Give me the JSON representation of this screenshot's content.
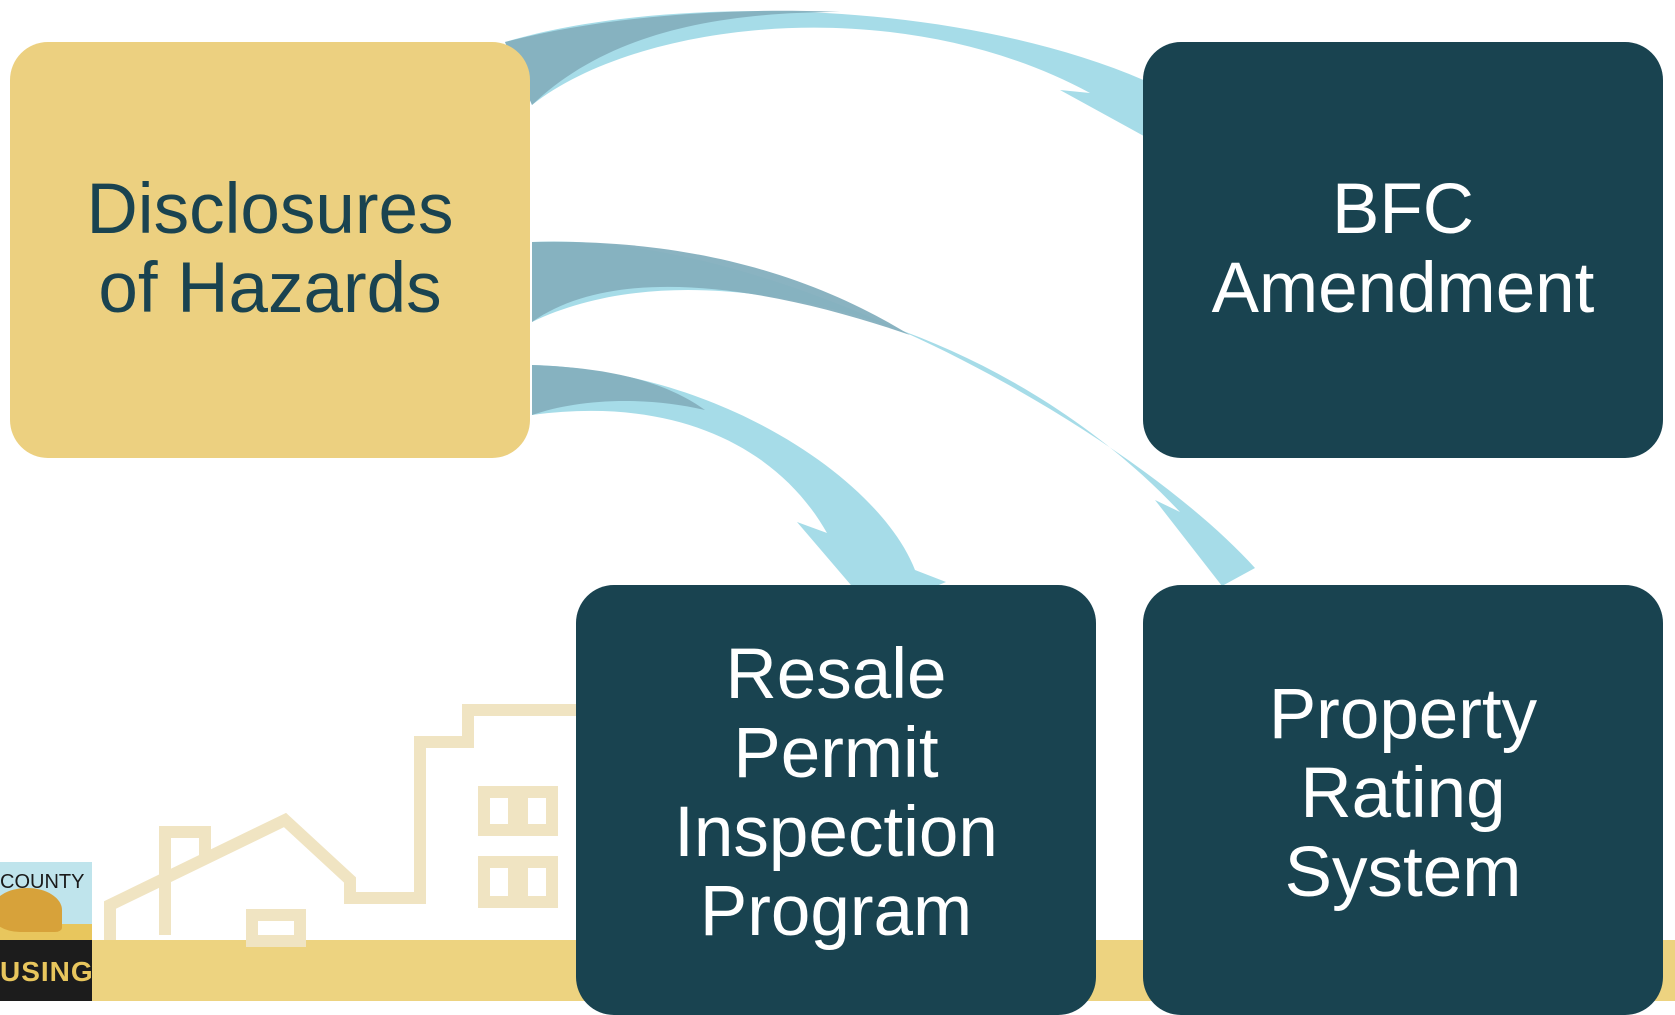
{
  "nodes": {
    "source": {
      "label": "Disclosures\nof Hazards"
    },
    "bfc": {
      "label": "BFC\nAmendment"
    },
    "resale": {
      "label": "Resale\nPermit\nInspection\nProgram"
    },
    "rating": {
      "label": "Property\nRating\nSystem"
    }
  },
  "logo": {
    "top_text": "COUNTY",
    "bottom_text": "USING"
  },
  "colors": {
    "source_fill": "#ecd080",
    "target_fill": "#194350",
    "arrow_light": "#a6dce8",
    "arrow_dark": "#84afbe",
    "footer_band": "#edd380",
    "watermark": "#f0e4c2"
  }
}
